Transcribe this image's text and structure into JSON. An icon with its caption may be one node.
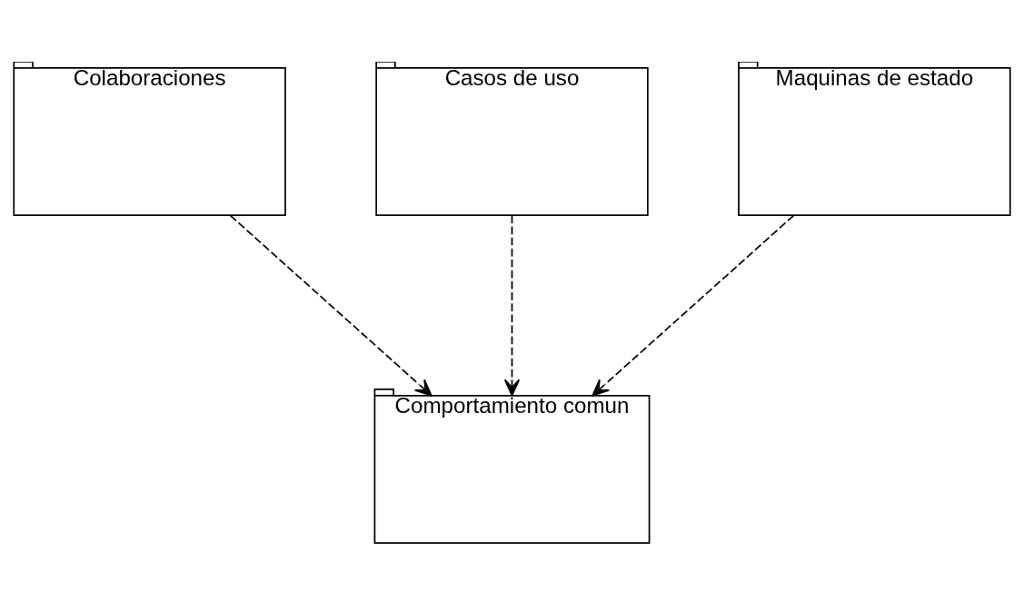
{
  "diagram": {
    "nodes": [
      {
        "text": [
          "Colaboraciones"
        ]
      },
      {
        "text": [
          "Casos de uso"
        ]
      },
      {
        "text": [
          "Maquinas de estado"
        ]
      },
      {
        "text": [
          "Comportamiento comun"
        ]
      }
    ],
    "edges": [
      {
        "from": 0,
        "to": 3,
        "arrow": "to",
        "style": "dashed"
      },
      {
        "from": 1,
        "to": 3,
        "arrow": "to",
        "style": "dashed"
      },
      {
        "from": 2,
        "to": 3,
        "arrow": "to",
        "style": "dashed"
      }
    ]
  }
}
